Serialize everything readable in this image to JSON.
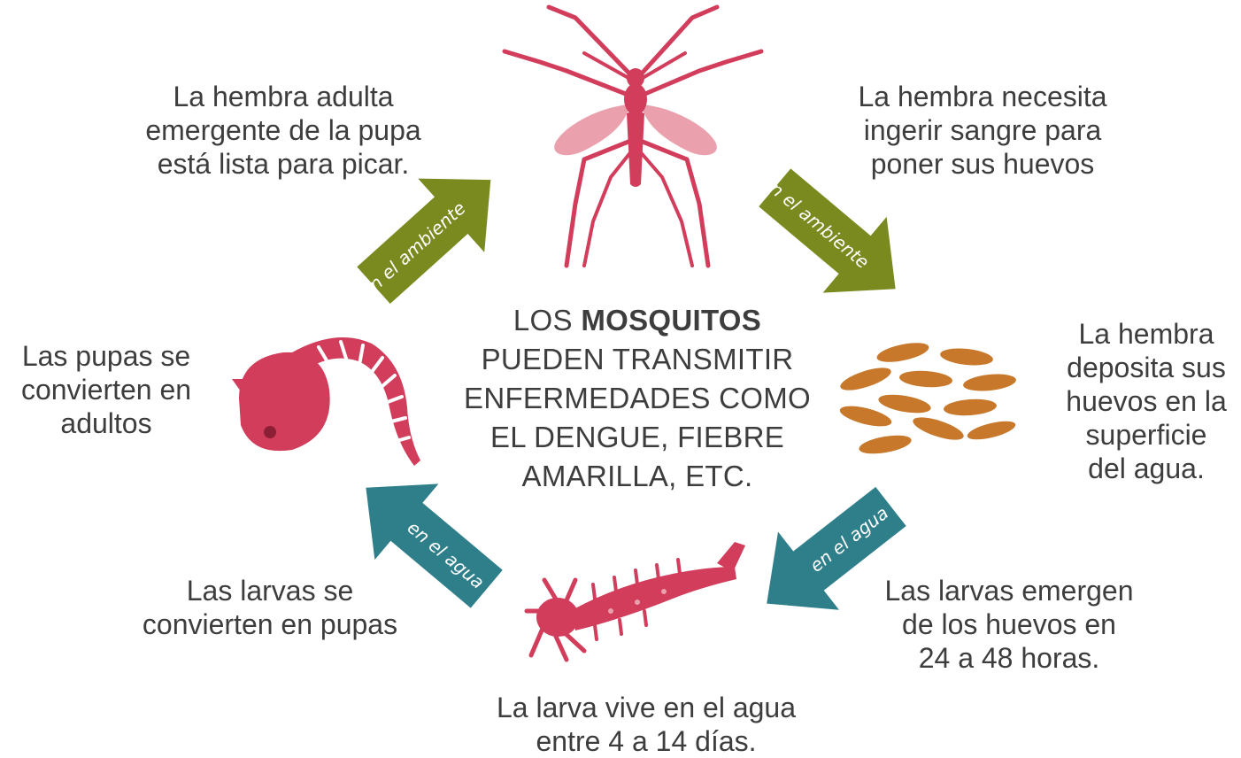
{
  "diagram": {
    "center": {
      "line1_prefix": "LOS ",
      "line1_bold": "MOSQUITOS",
      "line2": "PUEDEN TRANSMITIR",
      "line3": "ENFERMEDADES COMO",
      "line4": "EL DENGUE, FIEBRE",
      "line5": "AMARILLA, ETC."
    },
    "captions": {
      "adult_emerges": "La hembra adulta\nemergente de la pupa\nestá lista para picar.",
      "needs_blood": "La hembra necesita\ningerir sangre para\nponer sus huevos",
      "deposits_eggs": "La hembra\ndeposita sus\nhuevos en la\nsuperficie\ndel agua.",
      "larvae_emerge": "Las larvas emergen\nde los huevos en\n24 a 48 horas.",
      "larva_lives": "La larva vive en el agua\nentre 4 a 14 días.",
      "larvae_to_pupae": "Las larvas se\nconvierten en pupas",
      "pupae_to_adults": "Las pupas se\nconvierten en\nadultos"
    },
    "arrows": {
      "top_left": "en el ambiente",
      "top_right": "en el ambiente",
      "bottom_right": "en el agua",
      "bottom_left": "en el agua"
    },
    "colors": {
      "green_arrow": "#7a8a1f",
      "teal_arrow": "#2f7f8a",
      "insect_pink": "#d23d5c",
      "insect_light": "#eaa0ad",
      "egg_orange": "#c8782a",
      "text": "#3d3d3d"
    },
    "icons": [
      "mosquito-icon",
      "eggs-icon",
      "larva-icon",
      "pupa-icon"
    ]
  }
}
